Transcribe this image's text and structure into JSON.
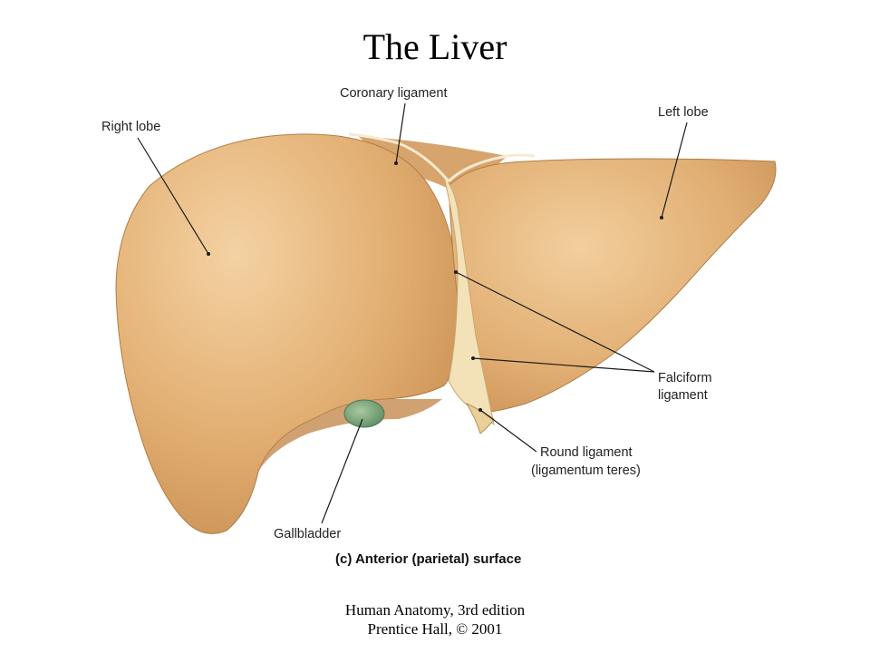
{
  "title": "The Liver",
  "labels": {
    "coronary_ligament": "Coronary ligament",
    "right_lobe": "Right lobe",
    "left_lobe": "Left lobe",
    "falciform_line1": "Falciform",
    "falciform_line2": "ligament",
    "round_line1": "Round ligament",
    "round_line2": "(ligamentum teres)",
    "gallbladder": "Gallbladder"
  },
  "caption": "(c) Anterior (parietal) surface",
  "footer": {
    "line1": "Human Anatomy, 3rd edition",
    "line2": "Prentice Hall, © 2001"
  },
  "colors": {
    "liver": "#e2b176",
    "liver_shadow": "#c98f52",
    "liver_highlight": "#f3cfa0",
    "ligament": "#f3e2b8",
    "gallbladder": "#6f9e72",
    "leader_line": "#1a1a1a"
  }
}
